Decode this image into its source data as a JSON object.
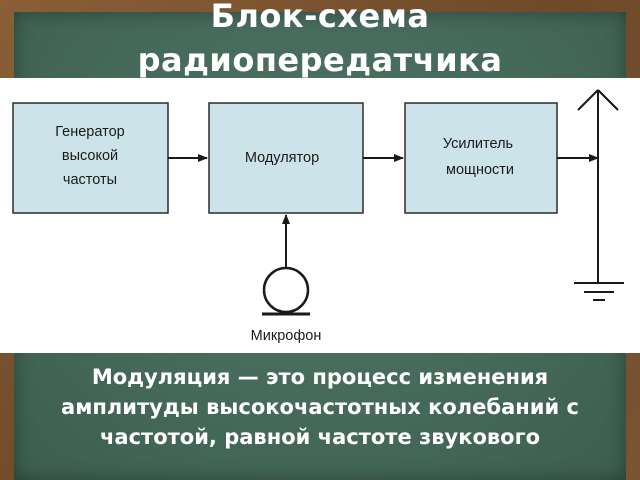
{
  "title": "Блок-схема\nрадиопередатчика",
  "blocks": {
    "generator": [
      "Генератор",
      "высокой",
      "частоты"
    ],
    "modulator": [
      "Модулятор"
    ],
    "amplifier": [
      "Усилитель",
      "мощности"
    ]
  },
  "microphone_label": "Микрофон",
  "caption": "Модуляция — это процесс изменения амплитуды высокочастотных колебаний с частотой, равной частоте звукового",
  "colors": {
    "block_fill": "#cde3ea",
    "block_stroke": "#2b2b2b",
    "chalkboard": "#45695a",
    "frame": "#7a5431"
  },
  "icons": {
    "antenna": "antenna-icon",
    "ground": "ground-icon",
    "microphone": "microphone-icon"
  }
}
